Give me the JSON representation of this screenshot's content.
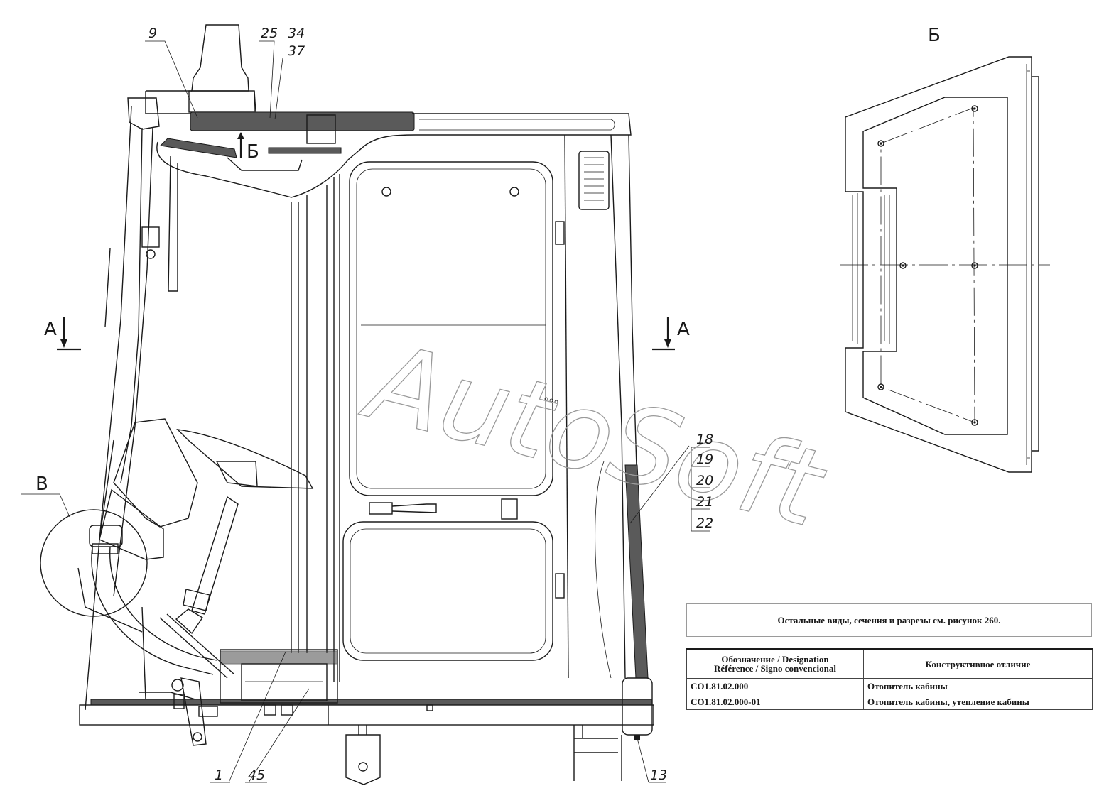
{
  "callouts": {
    "c9": "9",
    "c25": "25",
    "c34": "34",
    "c37": "37",
    "c18": "18",
    "c19": "19",
    "c20": "20",
    "c21": "21",
    "c22": "22",
    "c1": "1",
    "c45": "45",
    "c13": "13"
  },
  "view_labels": {
    "section_left": "А",
    "section_right": "А",
    "arrow_b": "Б",
    "view_b_title": "Б",
    "detail_v": "В"
  },
  "watermark": "AutoSoft",
  "note": "Остальные виды, сечения и разрезы см. рисунок 260.",
  "spec_table": {
    "headers": {
      "designation_line1": "Обозначение / Designation",
      "designation_line2": "Référence / Signo convencional",
      "difference": "Конструктивное отличие"
    },
    "rows": [
      {
        "designation": "CO1.81.02.000",
        "difference": "Отопитель кабины"
      },
      {
        "designation": "CO1.81.02.000-01",
        "difference": "Отопитель кабины, утепление кабины"
      }
    ]
  }
}
